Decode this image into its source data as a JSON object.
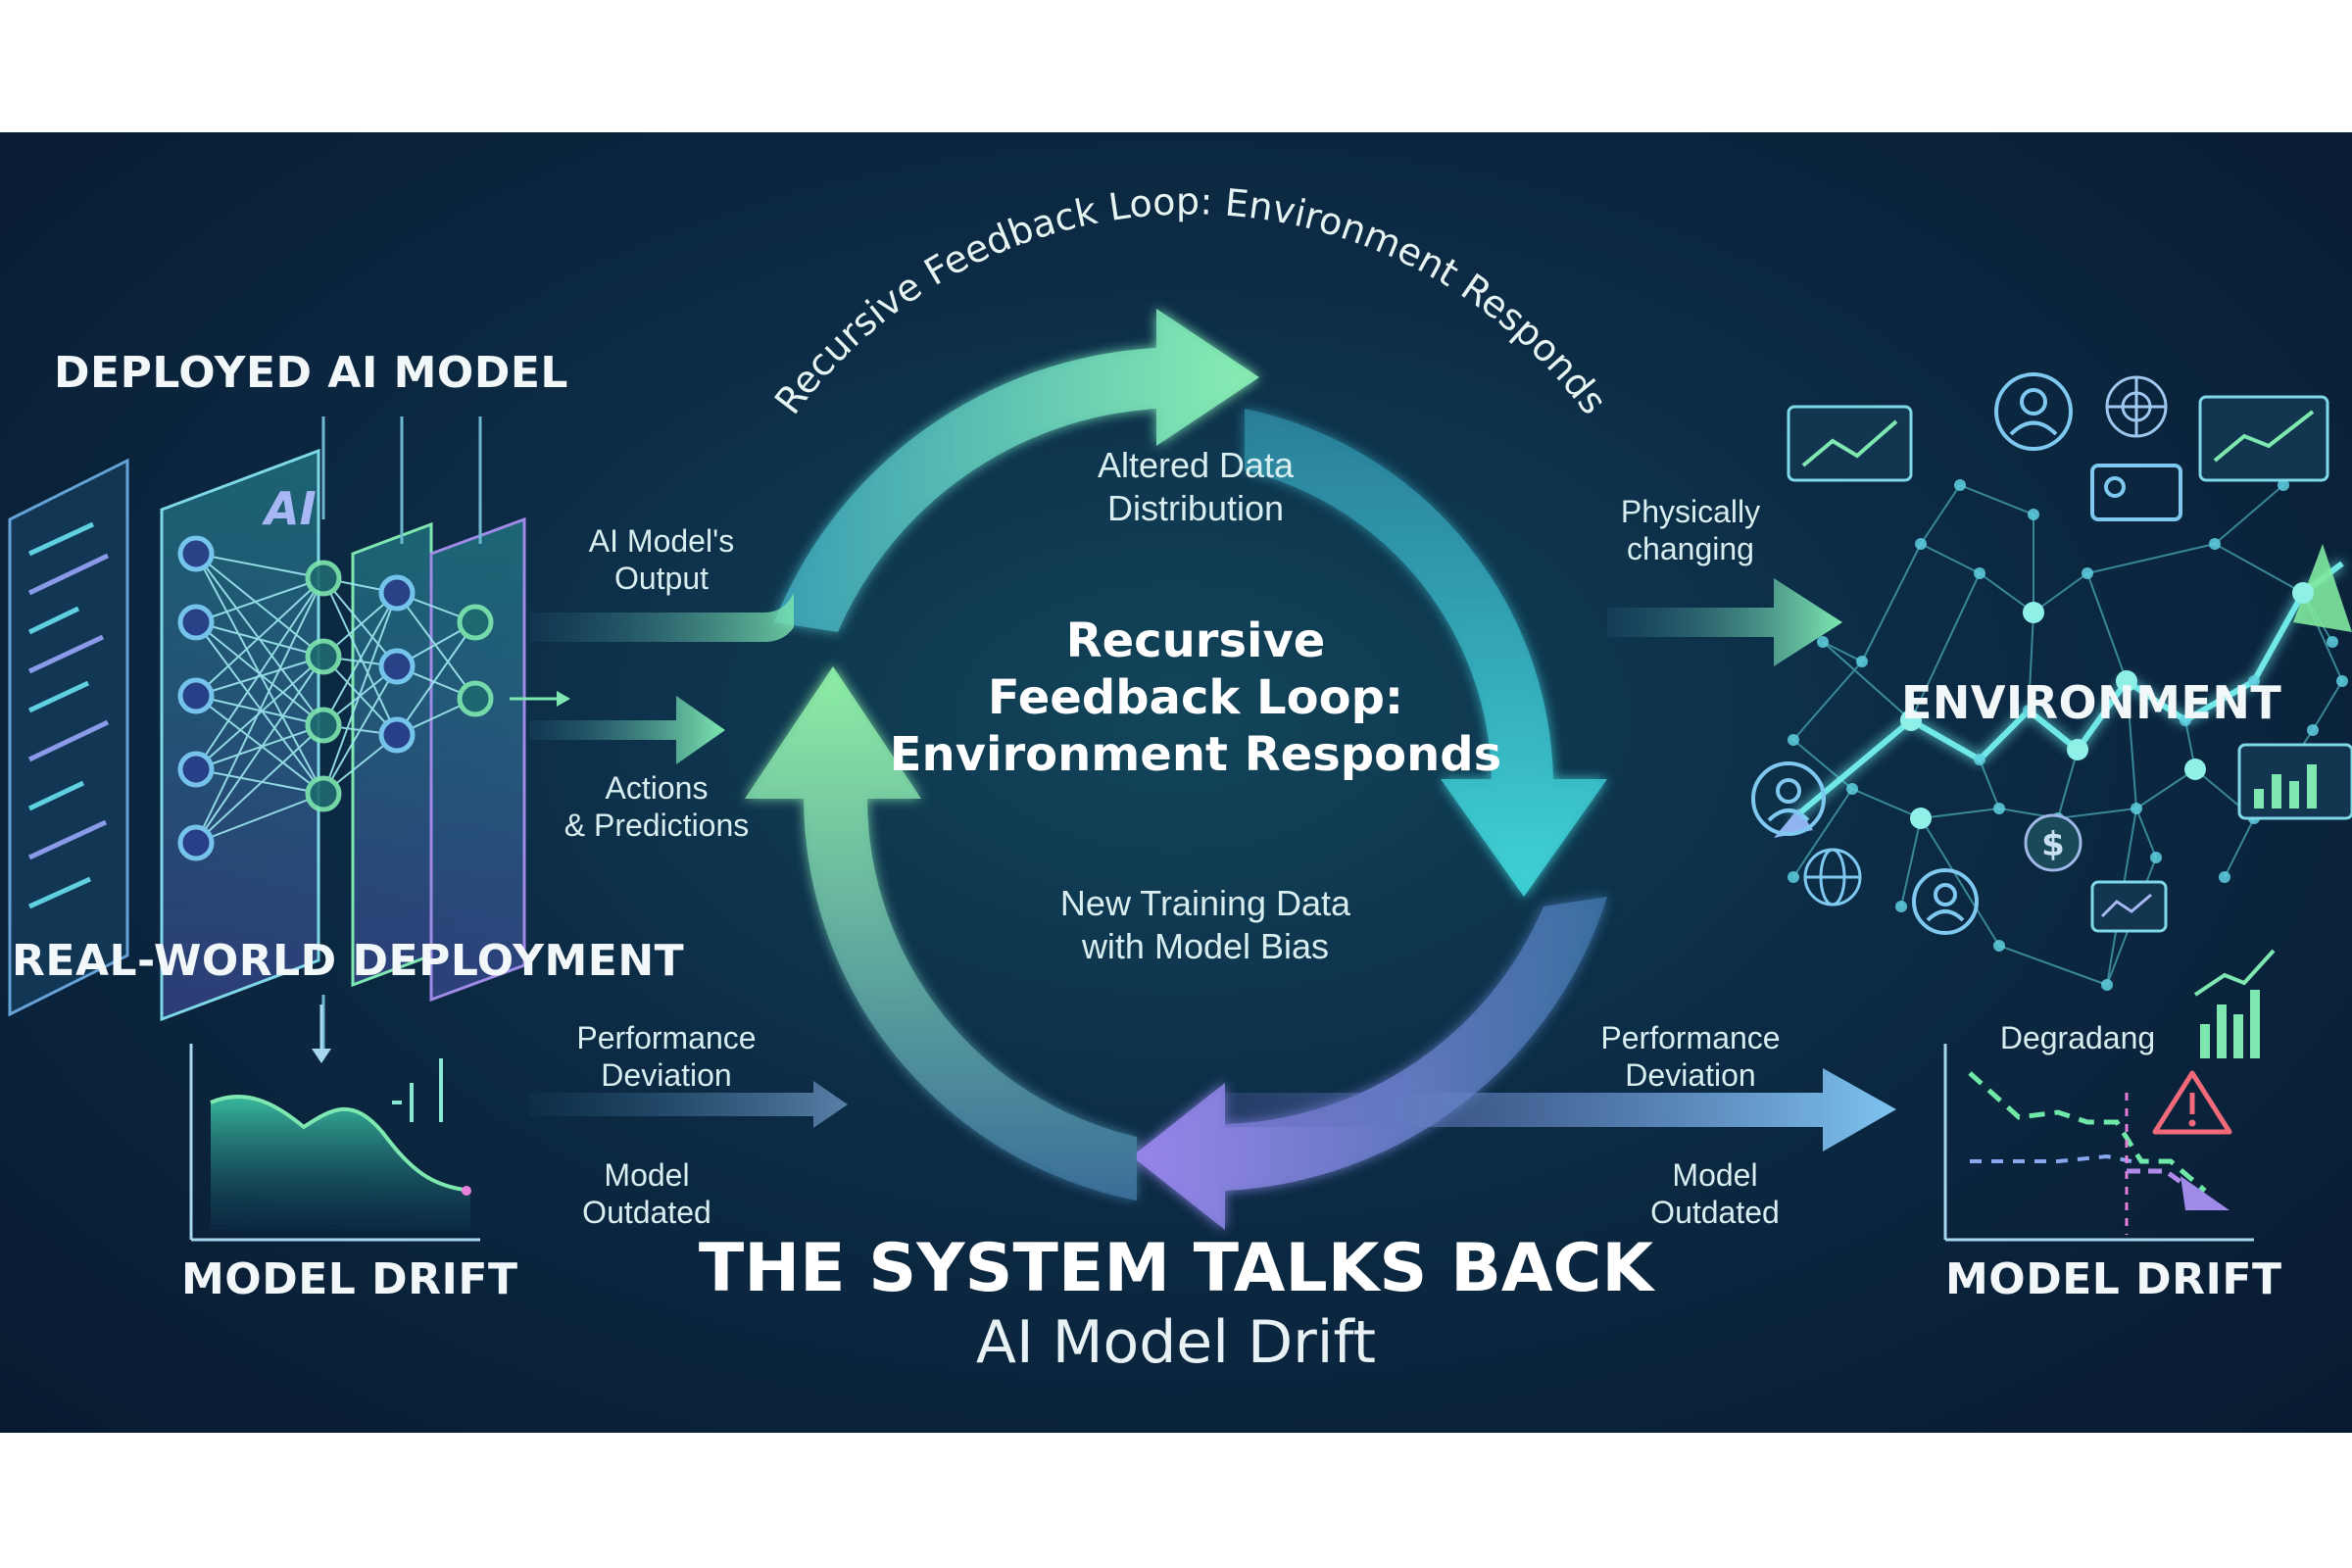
{
  "arc_title": "Recursive Feedback Loop: Environment Responds",
  "center": {
    "title_line1": "Recursive",
    "title_line2": "Feedback Loop:",
    "title_line3": "Environment Responds",
    "top_label_line1": "Altered Data",
    "top_label_line2": "Distribution",
    "bottom_label_line1": "New Training Data",
    "bottom_label_line2": "with Model Bias"
  },
  "left": {
    "title": "DEPLOYED AI MODEL",
    "ai_badge": "AI",
    "output_label_line1": "AI Model's",
    "output_label_line2": "Output",
    "actions_label_line1": "Actions",
    "actions_label_line2": "& Predictions",
    "deployment_title": "REAL-WORLD DEPLOYMENT",
    "drift_title": "MODEL DRIFT",
    "perf_line1": "Performance",
    "perf_line2": "Deviation",
    "outdated_line1": "Model",
    "outdated_line2": "Outdated"
  },
  "right": {
    "physically_line1": "Physically",
    "physically_line2": "changing",
    "environment_title": "ENVIRONMENT",
    "perf_line1": "Performance",
    "perf_line2": "Deviation",
    "outdated_line1": "Model",
    "outdated_line2": "Outdated",
    "degrading_label": "Degradang",
    "drift_title": "MODEL DRIFT",
    "dollar_symbol": "$"
  },
  "footer": {
    "title": "THE SYSTEM TALKS BACK",
    "subtitle": "AI Model Drift"
  },
  "colors": {
    "background": "#0c2b45",
    "loop_green": "#7ee8a8",
    "loop_teal": "#2fb5c4",
    "loop_purple": "#8e7fe0",
    "node_cyan": "#5fe0e8",
    "warning": "#f06a7a"
  },
  "icons": [
    "neural-network-icon",
    "code-panel-icon",
    "chart-icon",
    "user-avatar-icon",
    "globe-icon",
    "dollar-icon",
    "warning-icon",
    "target-icon"
  ]
}
